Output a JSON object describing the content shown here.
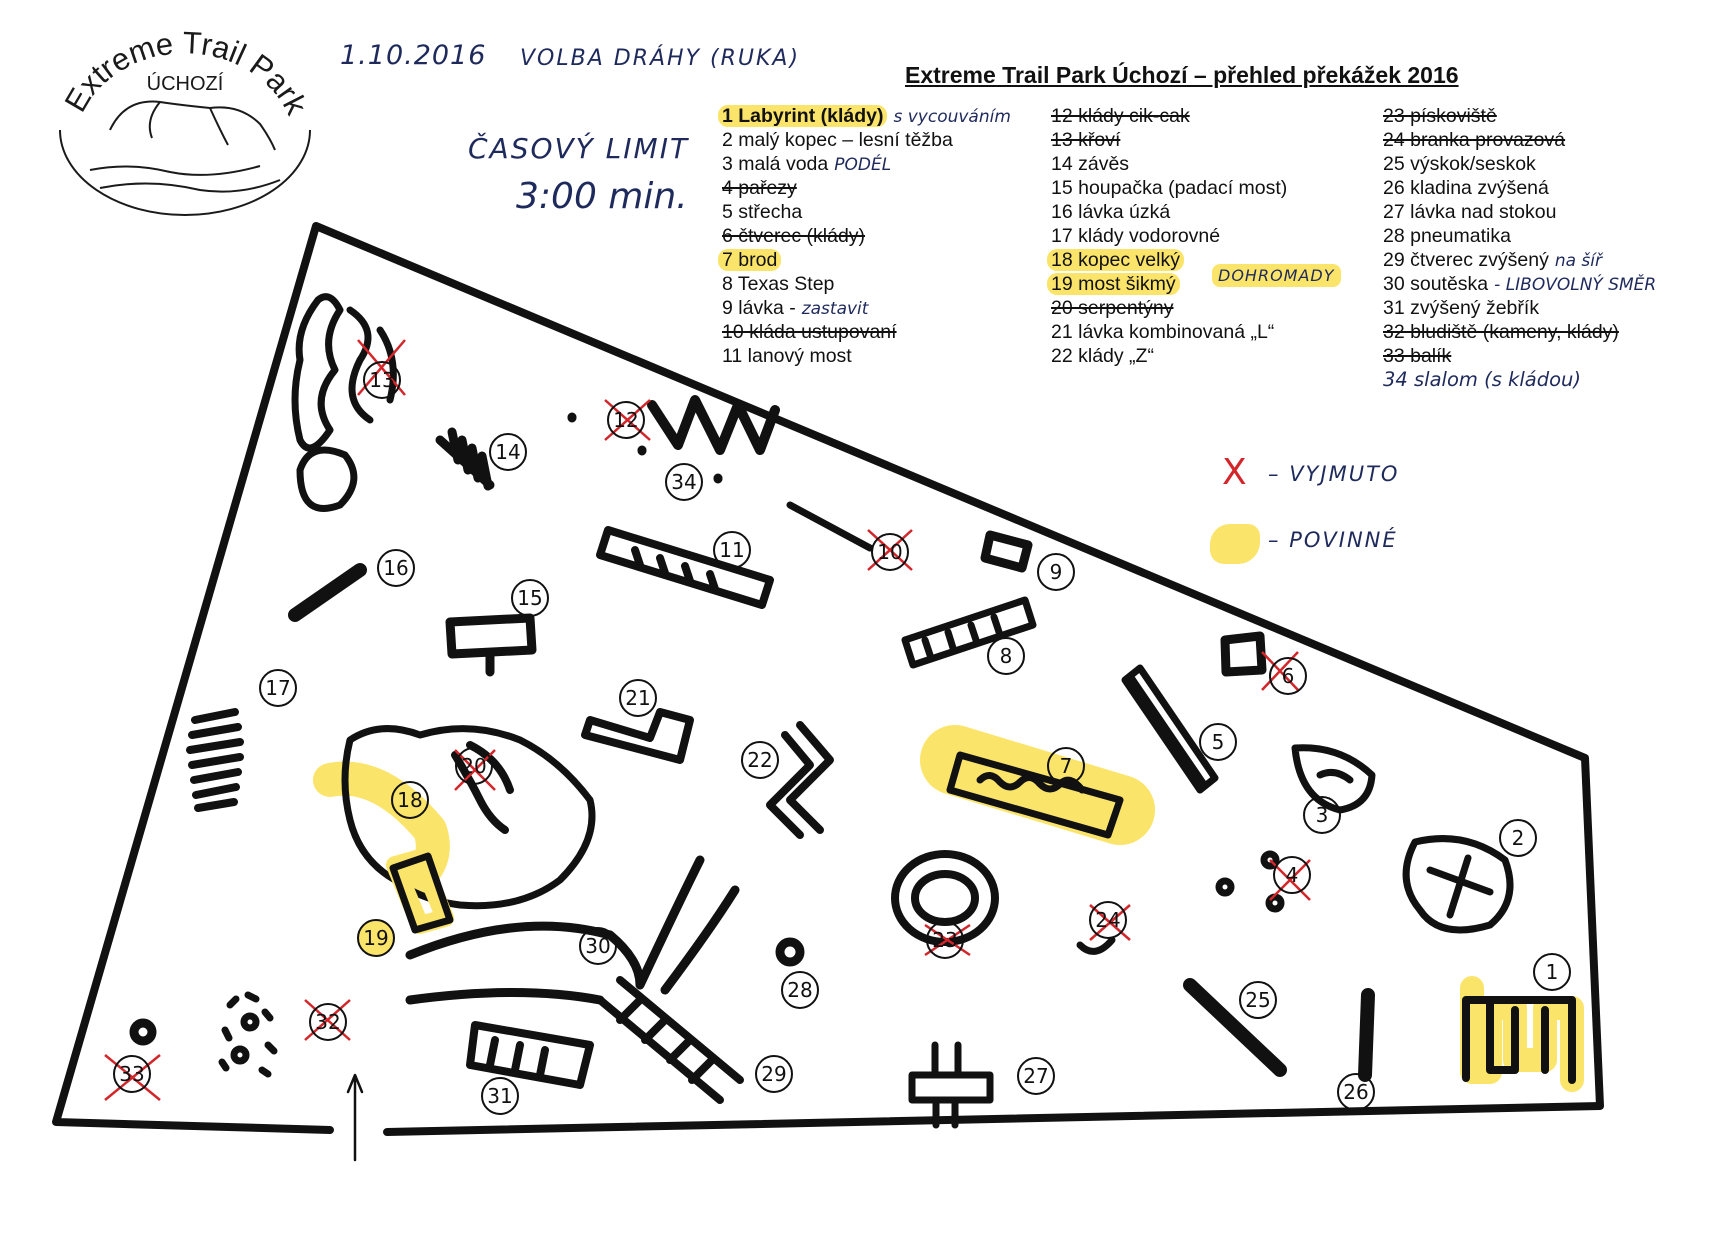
{
  "logo": {
    "line1": "Extreme Trail Park",
    "line2": "ÚCHOZÍ"
  },
  "handwritten": {
    "date": "1.10.2016",
    "course": "VOLBA DRÁHY (RUKA)",
    "time_limit_label": "ČASOVÝ LIMIT",
    "time_limit_value": "3:00 min."
  },
  "title": "Extreme Trail Park Úchozí – přehled překážek 2016",
  "obstacles": {
    "col1": [
      {
        "text": "1 Labyrint (klády)",
        "note": "s vycouváním",
        "required": true,
        "removed": false,
        "bold": true
      },
      {
        "text": "2 malý kopec – lesní těžba",
        "note": "",
        "required": false,
        "removed": false
      },
      {
        "text": "3 malá voda",
        "note": "PODÉL",
        "required": false,
        "removed": false
      },
      {
        "text": "4 pařezy",
        "note": "",
        "required": false,
        "removed": true
      },
      {
        "text": "5 střecha",
        "note": "",
        "required": false,
        "removed": false
      },
      {
        "text": "6 čtverec (klády)",
        "note": "",
        "required": false,
        "removed": true
      },
      {
        "text": "7 brod",
        "note": "",
        "required": true,
        "removed": false
      },
      {
        "text": "8 Texas Step",
        "note": "",
        "required": false,
        "removed": false
      },
      {
        "text": "9 lávka -",
        "note": "zastavit",
        "required": false,
        "removed": false
      },
      {
        "text": "10 kláda ustupovaní",
        "note": "",
        "required": false,
        "removed": true
      },
      {
        "text": "11 lanový most",
        "note": "",
        "required": false,
        "removed": false
      }
    ],
    "col2": [
      {
        "text": "12 klády cik-cak",
        "note": "",
        "required": false,
        "removed": true
      },
      {
        "text": "13 křoví",
        "note": "",
        "required": false,
        "removed": true
      },
      {
        "text": "14 závěs",
        "note": "",
        "required": false,
        "removed": false
      },
      {
        "text": "15 houpačka (padací most)",
        "note": "",
        "required": false,
        "removed": false
      },
      {
        "text": "16 lávka úzká",
        "note": "",
        "required": false,
        "removed": false
      },
      {
        "text": "17 klády vodorovné",
        "note": "",
        "required": false,
        "removed": false
      },
      {
        "text": "18 kopec velký",
        "note": "",
        "required": true,
        "removed": false
      },
      {
        "text": "19 most šikmý",
        "note": "",
        "required": true,
        "removed": false
      },
      {
        "text": "20 serpentýny",
        "note": "",
        "required": false,
        "removed": true
      },
      {
        "text": "21 lávka kombinovaná „L“",
        "note": "",
        "required": false,
        "removed": false
      },
      {
        "text": "22 klády „Z“",
        "note": "",
        "required": false,
        "removed": false
      }
    ],
    "col3": [
      {
        "text": "23 pískoviště",
        "note": "",
        "required": false,
        "removed": true
      },
      {
        "text": "24 branka provazová",
        "note": "",
        "required": false,
        "removed": true
      },
      {
        "text": "25 výskok/seskok",
        "note": "",
        "required": false,
        "removed": false
      },
      {
        "text": "26 kladina zvýšená",
        "note": "",
        "required": false,
        "removed": false
      },
      {
        "text": "27 lávka nad stokou",
        "note": "",
        "required": false,
        "removed": false
      },
      {
        "text": "28 pneumatika",
        "note": "",
        "required": false,
        "removed": false
      },
      {
        "text": "29 čtverec zvýšený",
        "note": "na šíř",
        "required": false,
        "removed": false
      },
      {
        "text": "30 soutěska",
        "note": "- LIBOVOLNÝ SMĚR",
        "required": false,
        "removed": false
      },
      {
        "text": "31 zvýšený žebřík",
        "note": "",
        "required": false,
        "removed": false
      },
      {
        "text": "32 bludiště (kameny, klády)",
        "note": "",
        "required": false,
        "removed": true
      },
      {
        "text": "33 balík",
        "note": "",
        "required": false,
        "removed": true
      },
      {
        "text": "34 slalom (s kládou)",
        "note": "",
        "required": false,
        "removed": false,
        "handwritten": true
      }
    ]
  },
  "together_note": "DOHROMADY",
  "legend": {
    "removed_label": "VYJMUTO",
    "required_label": "POVINNÉ",
    "removed_symbol": "X"
  },
  "colors": {
    "required": "#fbe46a",
    "removed": "#d3262b",
    "ink": "#111111",
    "pen": "#1f2a5c"
  },
  "map_labels": {
    "n1": "1",
    "n2": "2",
    "n3": "3",
    "n4": "4",
    "n5": "5",
    "n6": "6",
    "n7": "7",
    "n8": "8",
    "n9": "9",
    "n10": "10",
    "n11": "11",
    "n12": "12",
    "n13": "13",
    "n14": "14",
    "n15": "15",
    "n16": "16",
    "n17": "17",
    "n18": "18",
    "n19": "19",
    "n20": "20",
    "n21": "21",
    "n22": "22",
    "n23": "23",
    "n24": "24",
    "n25": "25",
    "n26": "26",
    "n27": "27",
    "n28": "28",
    "n29": "29",
    "n30": "30",
    "n31": "31",
    "n32": "32",
    "n33": "33",
    "n34": "34"
  }
}
